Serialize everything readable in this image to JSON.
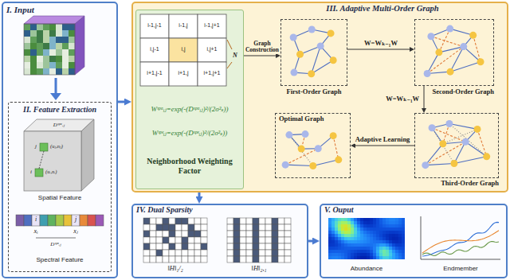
{
  "diagram": {
    "nodes": [
      {
        "text": [
          "I. Input"
        ]
      },
      {
        "text": [
          "II. Feature Extraction"
        ],
        "in": 0
      },
      {
        "text": [
          "III. Adaptive Multi-Order Graph"
        ]
      },
      {
        "text": [
          "Wˢᵖᵃᵢⱼ=exp(-(Dˢᵖᵃᵢⱼ)²/(2σ²ₛ))",
          "Wˢᵖᵉᵢⱼ=exp(-(Dˢᵖᵉᵢⱼ)²/(2σ²ₛ))",
          "Neighborhood Weighting Factor"
        ],
        "in": 2
      },
      {
        "text": [
          "First-Order Graph"
        ],
        "in": 2
      },
      {
        "text": [
          "Second-Order Graph"
        ],
        "in": 2
      },
      {
        "text": [
          "Third-Order Graph"
        ],
        "in": 2
      },
      {
        "text": [
          "Optimal Graph"
        ],
        "in": 2
      },
      {
        "text": [
          "IV. Dual Sparsity"
        ]
      },
      {
        "text": [
          "V. Ouput"
        ]
      }
    ],
    "edges": [
      {
        "from": 0,
        "to": 2,
        "arrow": "to"
      },
      {
        "from": 3,
        "to": 4,
        "label": "Graph Construction",
        "arrow": "to"
      },
      {
        "from": 4,
        "to": 5,
        "label": "W=Wₖ₋₁W",
        "arrow": "to"
      },
      {
        "from": 5,
        "to": 6,
        "label": "W=Wₖ₋₁W",
        "arrow": "to"
      },
      {
        "from": 6,
        "to": 7,
        "label": "Adaptive Learning",
        "arrow": "to"
      },
      {
        "from": 2,
        "to": 8,
        "arrow": "to"
      },
      {
        "from": 8,
        "to": 9,
        "arrow": "to"
      }
    ],
    "labels": [
      "Dˢᵖᵃᵢⱼ",
      "i",
      "(uᵢ,nᵢ)",
      "j",
      "(uⱼ,nⱼ)",
      "Spatial Feature",
      "i",
      "j",
      "xᵢ",
      "xⱼ",
      "Dˢᵖᵉᵢⱼ",
      "Spectral Feature",
      "i-1,j-1",
      "i-1,j",
      "i-1,j+1",
      "i,j-1",
      "i,j",
      "i,j+1",
      "i+1,j-1",
      "i+1,j",
      "i+1,j+1",
      "N",
      "‖H‖₁/₂",
      "‖H‖₂,₁",
      "Abundance",
      "Endmember"
    ]
  }
}
